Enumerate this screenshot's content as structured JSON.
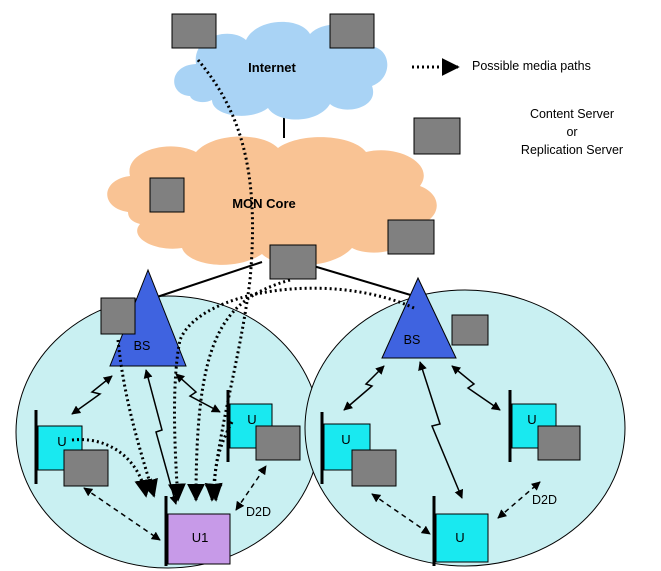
{
  "clouds": {
    "internet": {
      "label": "Internet",
      "color": "#a9d3f5"
    },
    "core": {
      "label": "MON Core",
      "color": "#f9c394"
    }
  },
  "legend": {
    "paths_label": "Possible media paths",
    "server_label_line1": "Content Server",
    "server_label_line2": "or",
    "server_label_line3": "Replication Server"
  },
  "cells": {
    "left": {
      "bs_label": "BS",
      "user_a_label": "U",
      "user_b_label": "U",
      "target_label": "U1",
      "d2d_label": "D2D"
    },
    "right": {
      "bs_label": "BS",
      "user_a_label": "U",
      "user_b_label": "U",
      "user_c_label": "U",
      "d2d_label": "D2D"
    }
  },
  "colors": {
    "cell_fill": "#c9f0f2",
    "bs_fill": "#3f63e0",
    "user_fill": "#19e9f0",
    "target_fill": "#c79ae8",
    "server_fill": "#808080"
  }
}
